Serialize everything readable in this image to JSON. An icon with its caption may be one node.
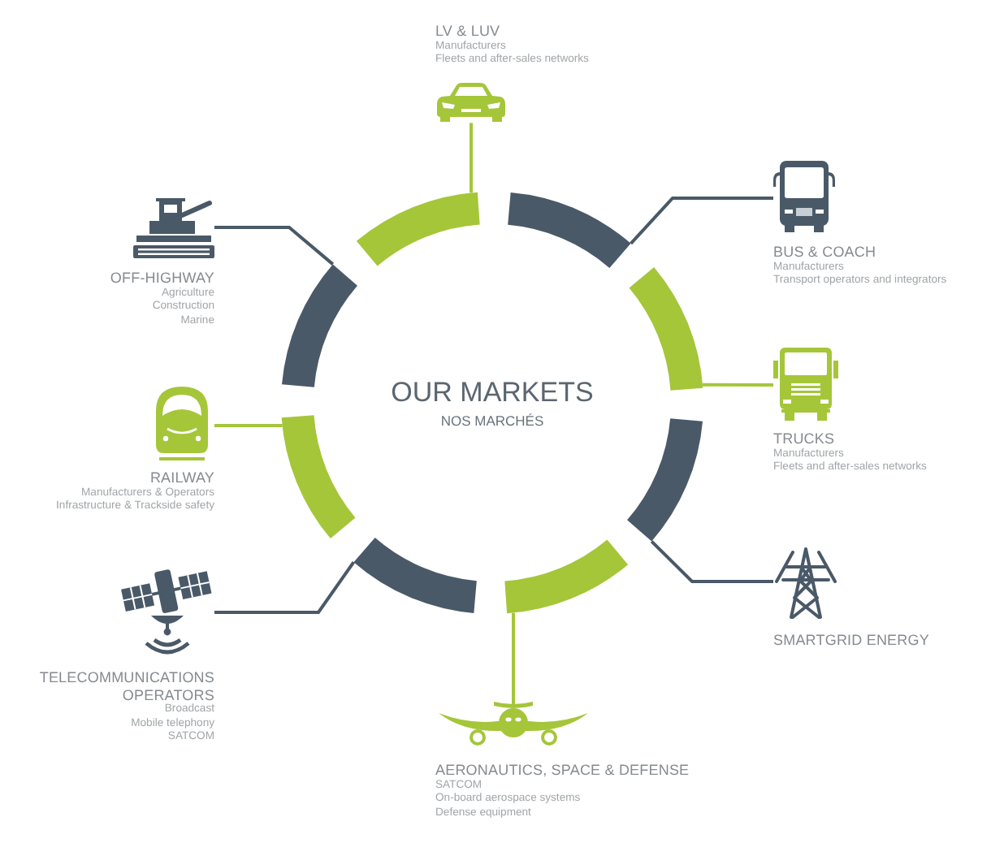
{
  "diagram": {
    "nodes": [
      {
        "text": [
          "LV & LUV",
          "Manufacturers",
          "Fleets and after-sales networks"
        ]
      },
      {
        "text": [
          "OFF-HIGHWAY",
          "Agriculture",
          "Construction",
          "Marine"
        ]
      },
      {
        "text": [
          "BUS & COACH",
          "Manufacturers",
          "Transport operators and integrators"
        ]
      },
      {
        "text": [
          "OUR MARKETS",
          "NOS MARCHÉS"
        ]
      },
      {
        "text": [
          "RAILWAY",
          "Manufacturers & Operators",
          "Infrastructure & Trackside safety"
        ]
      },
      {
        "text": [
          "TRUCKS",
          "Manufacturers",
          "Fleets and after-sales networks"
        ]
      },
      {
        "text": [
          "TELECOMMUNICATIONS OPERATORS",
          "Broadcast",
          "Mobile telephony",
          "SATCOM"
        ]
      },
      {
        "text": [
          "SMARTGRID ENERGY"
        ]
      },
      {
        "text": [
          "AERONAUTICS, SPACE & DEFENSE",
          "SATCOM",
          "On-board aerospace systems",
          "Defense equipment"
        ]
      }
    ],
    "edges": [
      {
        "from": 3,
        "to": 0,
        "arrow": "none",
        "color": "#a5c639"
      },
      {
        "from": 3,
        "to": 2,
        "arrow": "none",
        "color": "#4a5968"
      },
      {
        "from": 3,
        "to": 5,
        "arrow": "none",
        "color": "#a5c639"
      },
      {
        "from": 3,
        "to": 7,
        "arrow": "none",
        "color": "#4a5968"
      },
      {
        "from": 3,
        "to": 8,
        "arrow": "none",
        "color": "#a5c639"
      },
      {
        "from": 3,
        "to": 6,
        "arrow": "none",
        "color": "#4a5968"
      },
      {
        "from": 3,
        "to": 4,
        "arrow": "none",
        "color": "#a5c639"
      },
      {
        "from": 3,
        "to": 1,
        "arrow": "none",
        "color": "#4a5968"
      }
    ]
  }
}
